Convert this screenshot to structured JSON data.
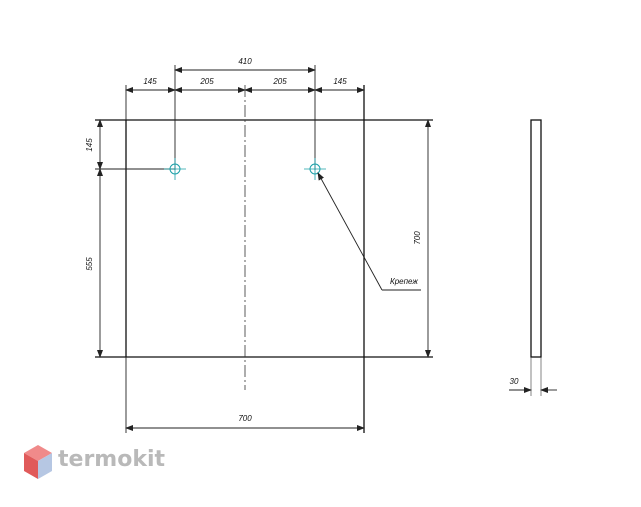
{
  "dimensions": {
    "top_total": "410",
    "top_left": "145",
    "top_mid_left": "205",
    "top_mid_right": "205",
    "top_right": "145",
    "left_top": "145",
    "left_bottom": "555",
    "right_height": "700",
    "bottom_width": "700",
    "side_thickness": "30"
  },
  "labels": {
    "mount": "Крепеж"
  },
  "logo": {
    "text": "termokit"
  },
  "colors": {
    "mount_circle": "#1aa0a8",
    "logo_top": "#f08a8a",
    "logo_left": "#e05a5a",
    "logo_right": "#b6c7e3"
  }
}
